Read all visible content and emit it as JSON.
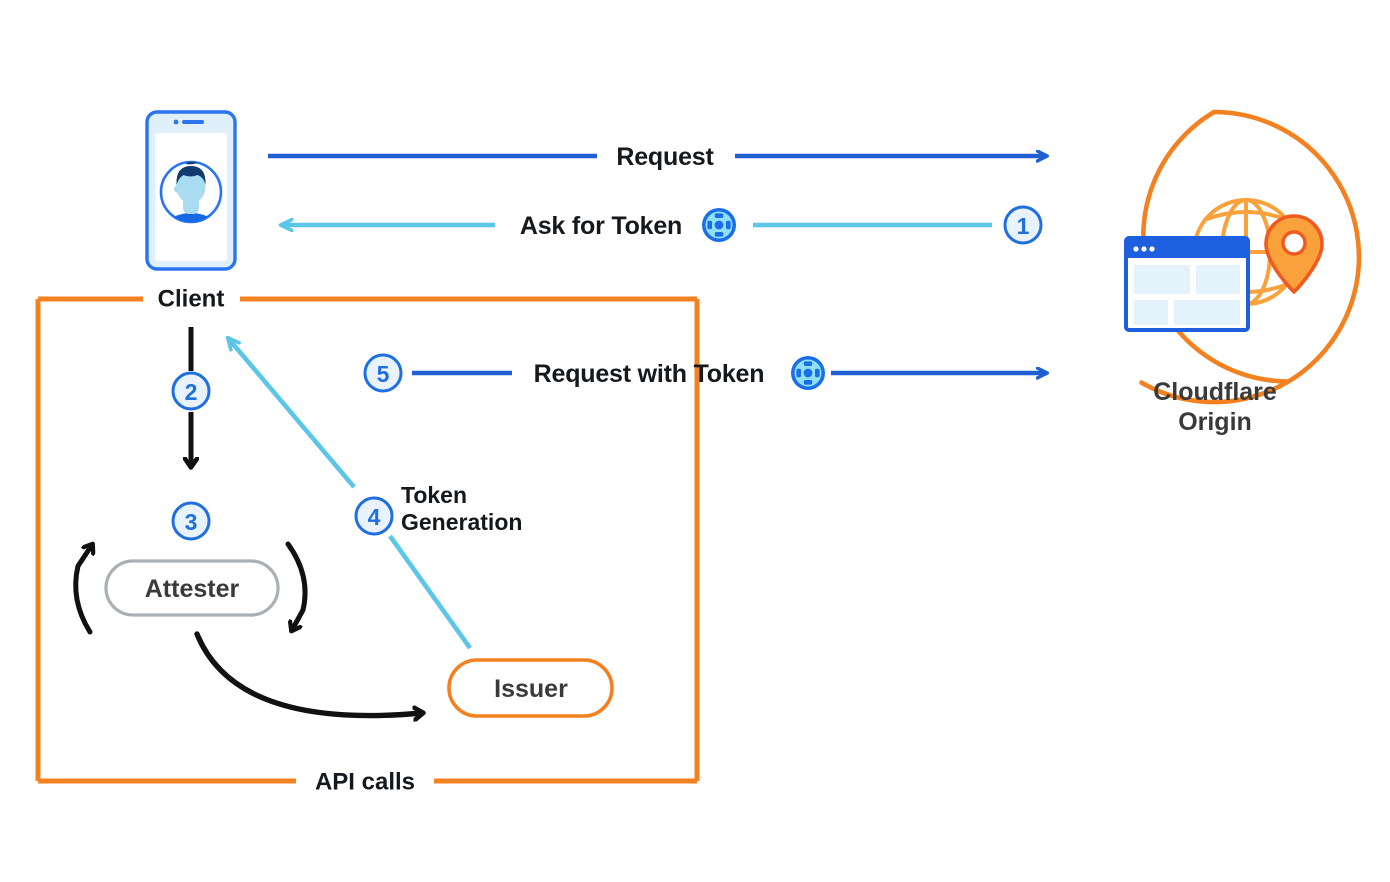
{
  "diagram": {
    "title": "Privacy Pass token issuance and redemption flow",
    "colors": {
      "blue_arrow": "#1f5fd0",
      "light_blue_arrow": "#5cc6e8",
      "orange": "#f48120",
      "badge_stroke": "#1f6fe0",
      "badge_fill": "#e8f3fd",
      "black_arrow": "#111111",
      "attester_stroke": "#a9b0b4",
      "text": "#15181c"
    },
    "nodes": {
      "client": {
        "label": "Client",
        "icon": "smartphone-user-icon"
      },
      "attester": {
        "label": "Attester"
      },
      "issuer": {
        "label": "Issuer"
      },
      "origin": {
        "label_line1": "Cloudflare",
        "label_line2": "Origin",
        "icon": "browser-globe-pin-icon"
      }
    },
    "group_box": {
      "top_label": "Client",
      "bottom_label": "API calls"
    },
    "flows": [
      {
        "id": "request",
        "label": "Request",
        "badge": null,
        "direction": "client-to-origin",
        "color": "#1f5fd0"
      },
      {
        "id": "ask-for-token",
        "label": "Ask for Token",
        "badge": "1",
        "direction": "origin-to-client",
        "color": "#5cc6e8",
        "icon": "token-icon"
      },
      {
        "id": "client-to-attester",
        "label": "",
        "badge": "2",
        "direction": "client-to-attester",
        "color": "#111111"
      },
      {
        "id": "attestation",
        "label": "",
        "badge": "3",
        "direction": "attester-loop",
        "color": "#111111"
      },
      {
        "id": "token-generation",
        "label": "Token\nGeneration",
        "label_line1": "Token",
        "label_line2": "Generation",
        "badge": "4",
        "direction": "issuer-to-client",
        "color": "#5cc6e8"
      },
      {
        "id": "request-with-token",
        "label": "Request with Token",
        "badge": "5",
        "direction": "client-to-origin",
        "color": "#1f5fd0",
        "icon": "token-icon"
      }
    ],
    "badges": [
      {
        "id": "badge-1",
        "value": "1"
      },
      {
        "id": "badge-2",
        "value": "2"
      },
      {
        "id": "badge-3",
        "value": "3"
      },
      {
        "id": "badge-4",
        "value": "4"
      },
      {
        "id": "badge-5",
        "value": "5"
      }
    ]
  }
}
